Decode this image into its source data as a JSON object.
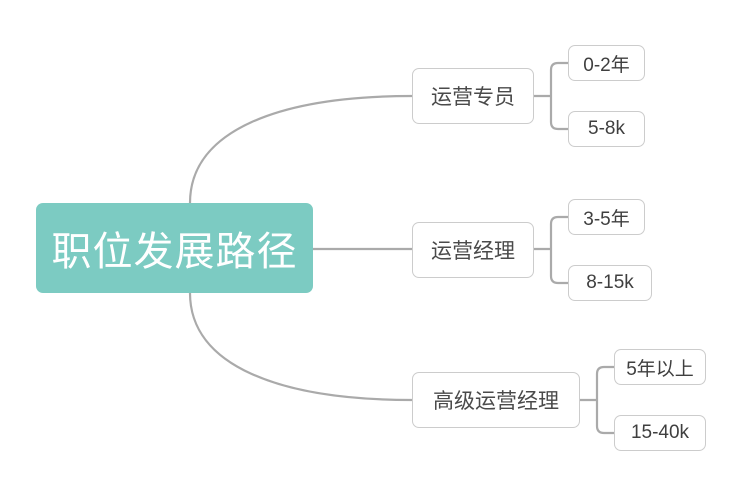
{
  "diagram": {
    "type": "mindmap",
    "title": "职位发展路径",
    "colors": {
      "root_fill": "#7CCBC2",
      "root_text": "#ffffff",
      "node_fill": "#ffffff",
      "node_border": "#cccccc",
      "node_text": "#4a4a4a",
      "connector": "#aaaaaa",
      "background": "#ffffff"
    },
    "root": {
      "label": "职位发展路径"
    },
    "branches": [
      {
        "label": "运营专员",
        "leaves": [
          {
            "label": "0-2年"
          },
          {
            "label": "5-8k"
          }
        ]
      },
      {
        "label": "运营经理",
        "leaves": [
          {
            "label": "3-5年"
          },
          {
            "label": "8-15k"
          }
        ]
      },
      {
        "label": "高级运营经理",
        "leaves": [
          {
            "label": "5年以上"
          },
          {
            "label": "15-40k"
          }
        ]
      }
    ]
  }
}
